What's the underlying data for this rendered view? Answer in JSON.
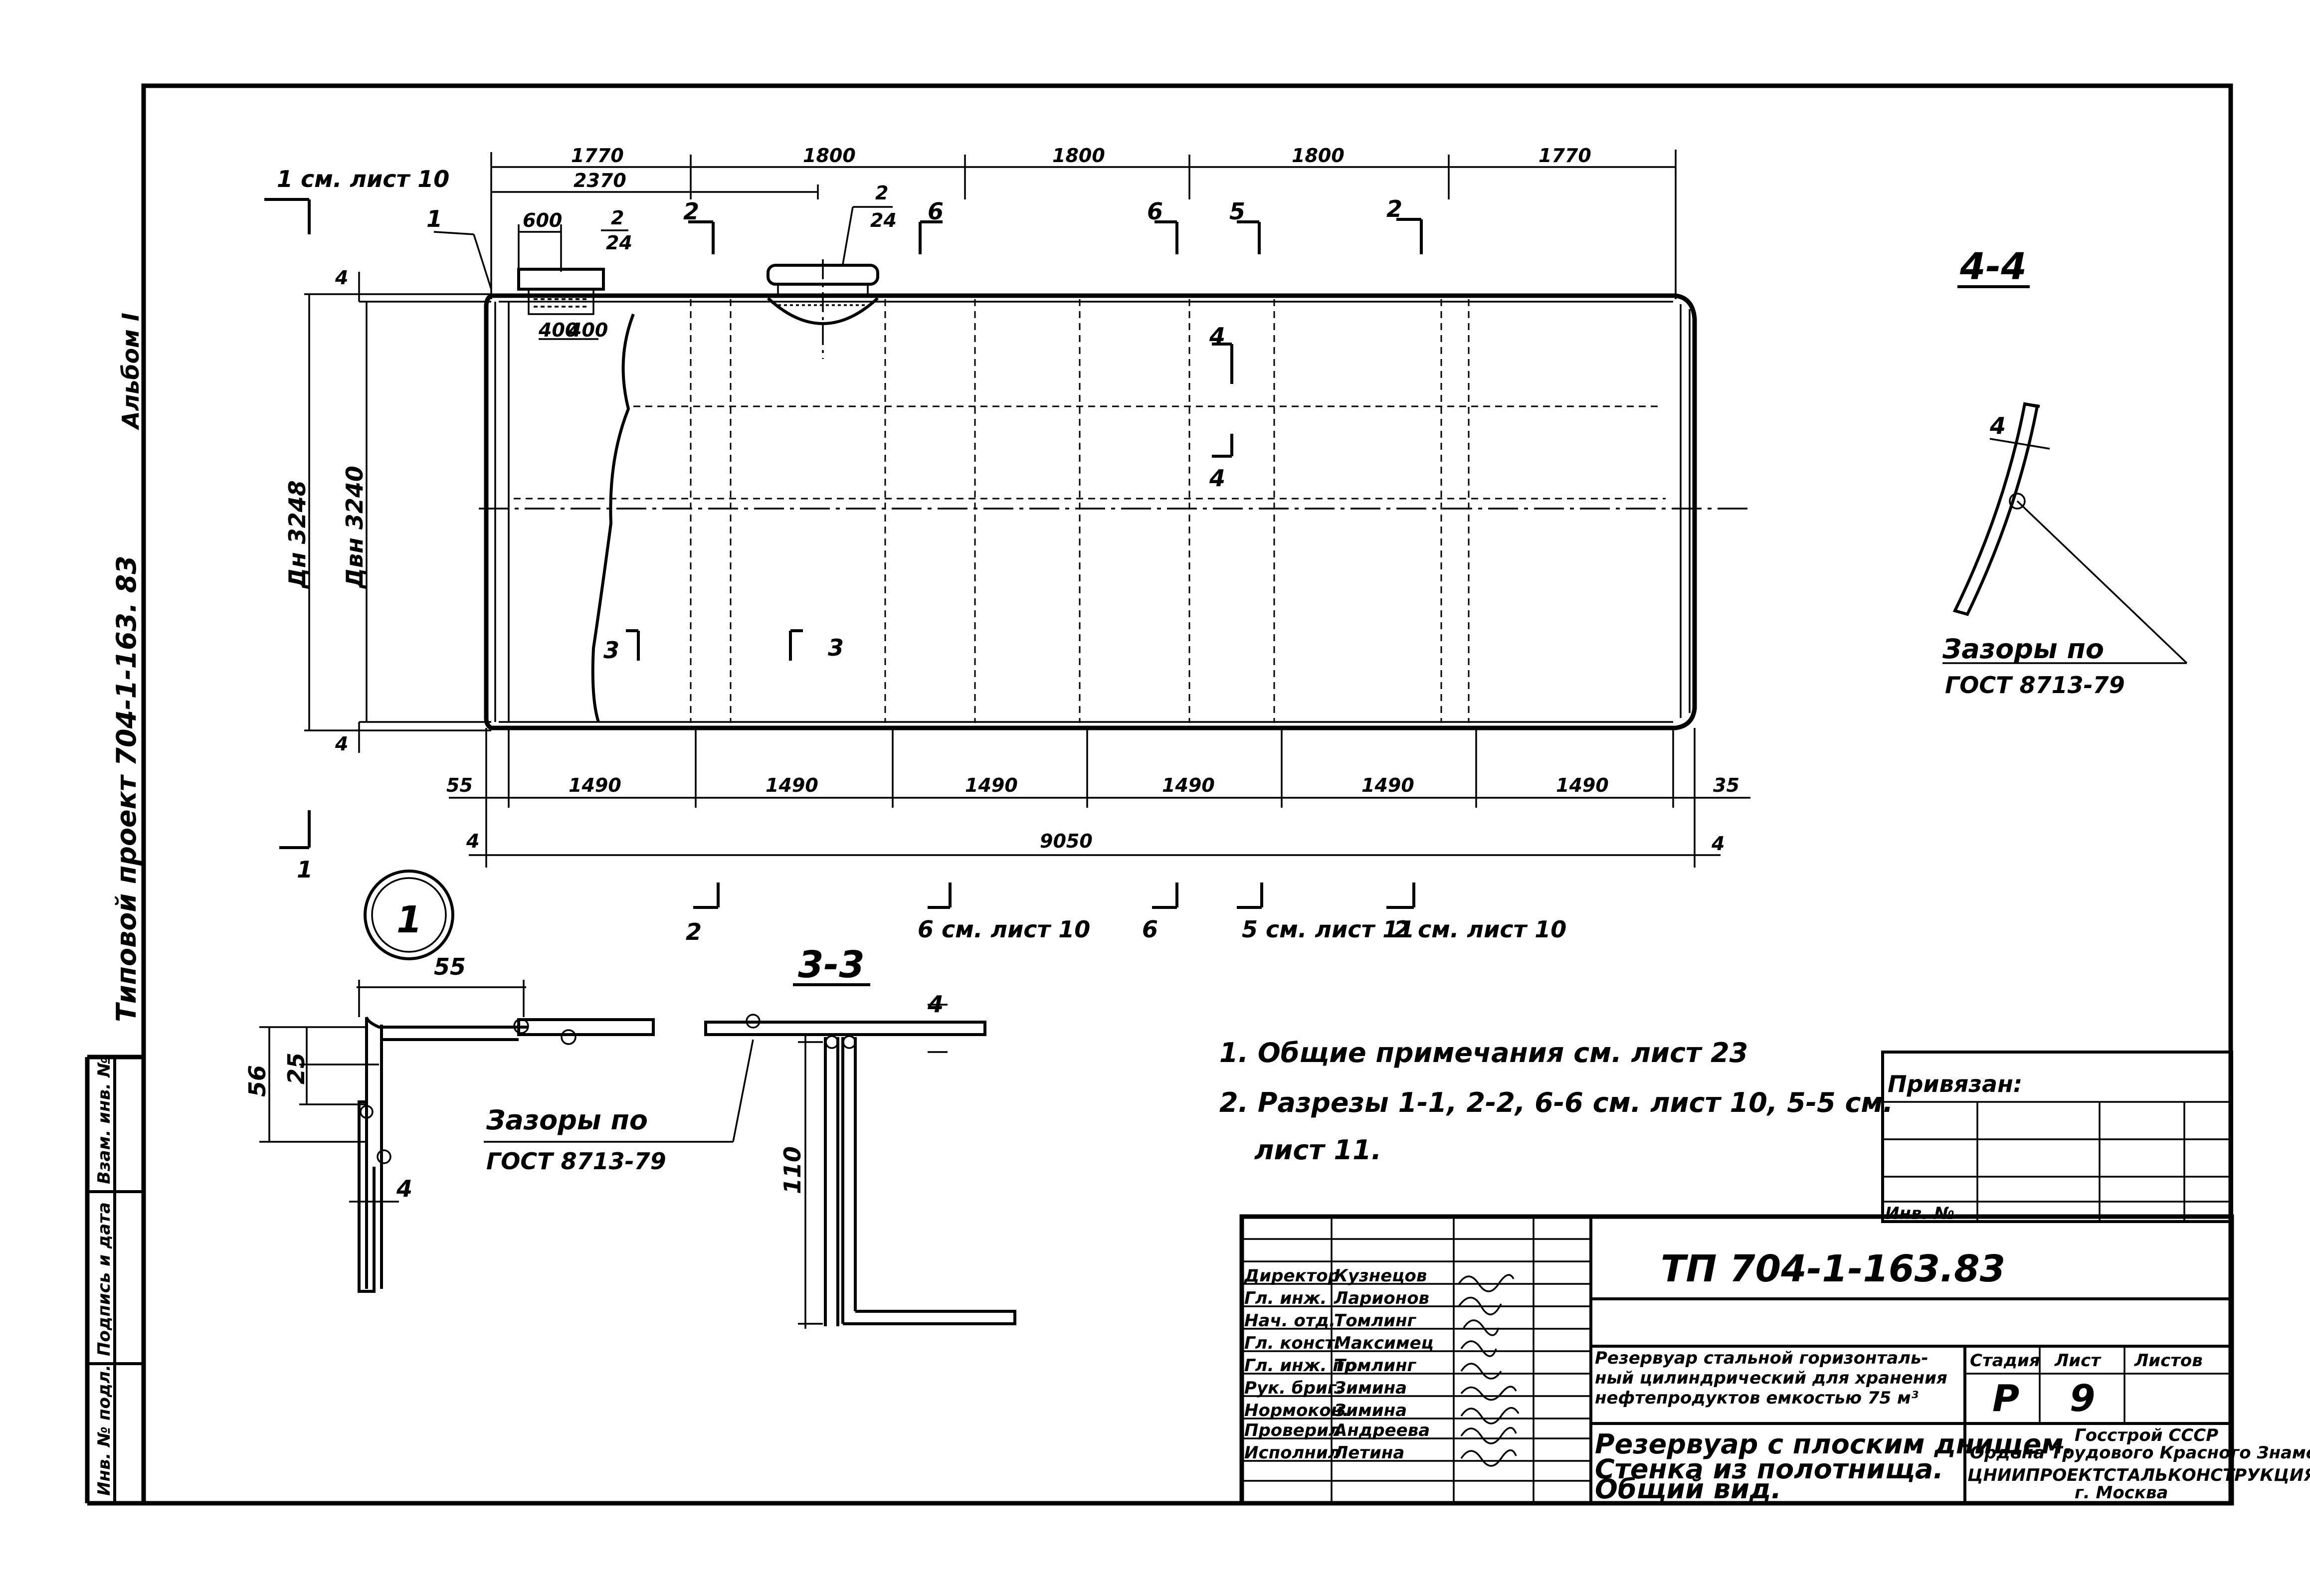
{
  "sheet": {
    "album": "Альбом I",
    "project_side": "Типовой проект 704-1-163. 83",
    "left_stamp": [
      "Инв. № подл.",
      "Подпись и дата",
      "Взам. инв. №"
    ]
  },
  "main_view": {
    "top_dims": [
      "1770",
      "1800",
      "1800",
      "1800",
      "1770"
    ],
    "dim_2370": "2370",
    "dim_600": "600",
    "dim_400a": "400",
    "dim_400b": "400",
    "hatch_label_1": "2",
    "hatch_label_1b": "24",
    "hatch_label_2": "2",
    "hatch_label_2b": "24",
    "callout_1": "1",
    "bottom_dims": [
      "1490",
      "1490",
      "1490",
      "1490",
      "1490",
      "1490"
    ],
    "dim_55": "55",
    "dim_35": "35",
    "dim_9050": "9050",
    "dim_4_left": "4",
    "dim_4_right": "4",
    "dim_4_top": "4",
    "dim_4_bottom": "4",
    "dia_outer": "Дн 3248",
    "dia_inner": "Двн 3240",
    "section_1_top": "1 см. лист 10",
    "section_1_bottom": "1",
    "sec_2_a": "2",
    "sec_6_a": "6",
    "sec_6_b": "6",
    "sec_5_a": "5",
    "sec_2_b": "2",
    "sec_4_up": "4",
    "sec_4_down": "4",
    "sec_3_left": "3",
    "sec_3_right": "3",
    "bottom_sec_2": "2",
    "bottom_sec_6": "6 см. лист 10",
    "bottom_sec_6b": "6",
    "bottom_sec_5": "5 см. лист 11",
    "bottom_sec_2b": "2 см. лист 10"
  },
  "detail_1": {
    "circle_label": "1",
    "dim_55": "55",
    "dim_25": "25",
    "dim_56": "56",
    "dim_4": "4",
    "gap_note_1": "Зазоры по",
    "gap_note_2": "ГОСТ 8713-79"
  },
  "section_3_3": {
    "title": "3-3",
    "dim_4": "4",
    "dim_110": "110"
  },
  "section_4_4": {
    "title": "4-4",
    "dim_4": "4",
    "gap_note_1": "Зазоры по",
    "gap_note_2": "ГОСТ 8713-79"
  },
  "notes": [
    "1. Общие примечания см. лист 23",
    "2. Разрезы 1-1, 2-2, 6-6 см. лист 10, 5-5 см.",
    "лист 11."
  ],
  "title_block": {
    "privyazan": "Привязан:",
    "inv_no": "Инв. №",
    "doc_code": "ТП 704-1-163.83",
    "people": [
      {
        "role": "Директор",
        "name": "Кузнецов"
      },
      {
        "role": "Гл. инж.",
        "name": "Ларионов"
      },
      {
        "role": "Нач. отд.",
        "name": "Томлинг"
      },
      {
        "role": "Гл. конст.",
        "name": "Максимец"
      },
      {
        "role": "Гл. инж. пр.",
        "name": "Томлинг"
      },
      {
        "role": "Рук. бриг.",
        "name": "Зимина"
      },
      {
        "role": "Нормокон.",
        "name": "Зимина"
      },
      {
        "role": "Проверил",
        "name": "Андреева"
      },
      {
        "role": "Исполнил",
        "name": "Летина"
      }
    ],
    "object_name": [
      "Резервуар стальной горизонталь-",
      "ный цилиндрический для хранения",
      "нефтепродуктов емкостью 75 м³"
    ],
    "stage_hdr": "Стадия",
    "sheet_hdr": "Лист",
    "sheets_hdr": "Листов",
    "stage": "Р",
    "sheet": "9",
    "sheet_title": [
      "Резервуар с плоским днищем.",
      "Стенка из полотнища.",
      "Общий вид."
    ],
    "org": [
      "Госстрой СССР",
      "Ордена Трудового Красного Знамени",
      "ЦНИИПРОЕКТСТАЛЬКОНСТРУКЦИЯ",
      "г. Москва"
    ]
  }
}
